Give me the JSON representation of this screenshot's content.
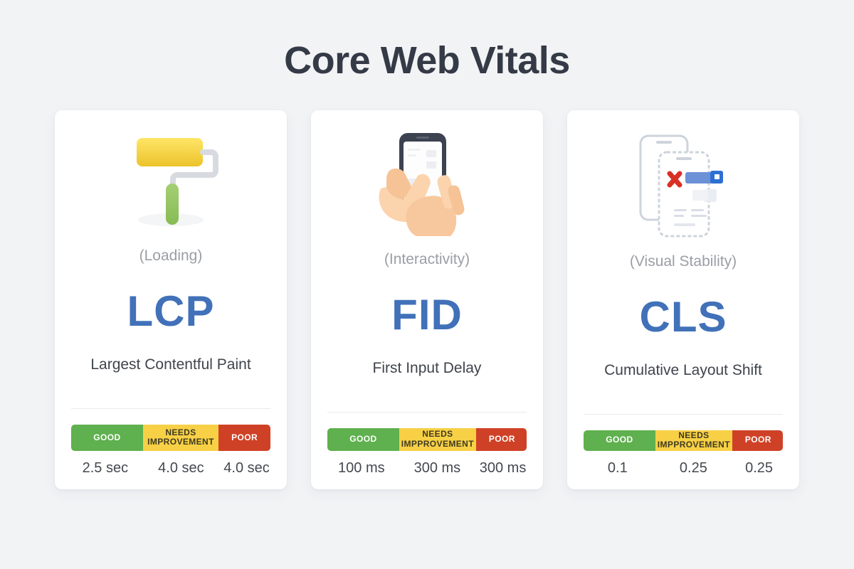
{
  "header": {
    "title": "Core Web Vitals"
  },
  "colors": {
    "background": "#f2f3f5",
    "card": "#ffffff",
    "title": "#343a46",
    "accent_blue": "#4171b8",
    "good": "#5fb04e",
    "needs_improvement": "#f7d046",
    "poor": "#cf4126",
    "category_text": "#9b9ea4",
    "body_text": "#3f444c"
  },
  "cards": [
    {
      "icon": "paint-roller-icon",
      "category": "(Loading)",
      "acronym": "LCP",
      "fullname": "Largest Contentful Paint",
      "thresholds": [
        {
          "label": "GOOD",
          "label_line2": "",
          "value": "2.5 sec"
        },
        {
          "label": "NEEDS",
          "label_line2": "IMPROVEMENT",
          "value": "4.0 sec"
        },
        {
          "label": "POOR",
          "label_line2": "",
          "value": "4.0 sec"
        }
      ]
    },
    {
      "icon": "hands-tapping-phone-icon",
      "category": "(Interactivity)",
      "acronym": "FID",
      "fullname": "First Input Delay",
      "thresholds": [
        {
          "label": "GOOD",
          "label_line2": "",
          "value": "100 ms"
        },
        {
          "label": "NEEDS",
          "label_line2": "IMPPROVEMENT",
          "value": "300 ms"
        },
        {
          "label": "POOR",
          "label_line2": "",
          "value": "300 ms"
        }
      ]
    },
    {
      "icon": "shifting-layout-phones-icon",
      "category": "(Visual Stability)",
      "acronym": "CLS",
      "fullname": "Cumulative Layout Shift",
      "thresholds": [
        {
          "label": "GOOD",
          "label_line2": "",
          "value": "0.1"
        },
        {
          "label": "NEEDS",
          "label_line2": "IMPPROVEMENT",
          "value": "0.25"
        },
        {
          "label": "POOR",
          "label_line2": "",
          "value": "0.25"
        }
      ]
    }
  ]
}
